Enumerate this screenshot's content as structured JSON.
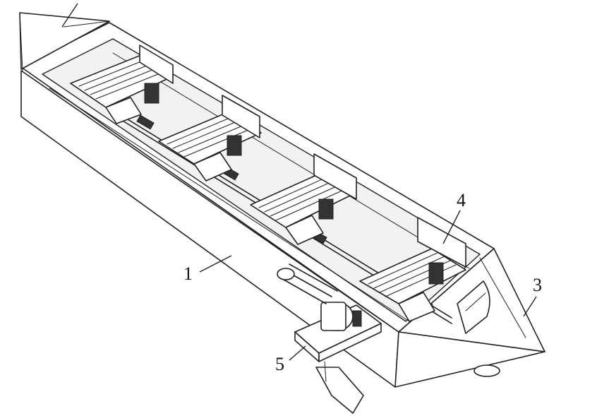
{
  "figure": {
    "callouts": [
      {
        "id": "label-1",
        "text": "1"
      },
      {
        "id": "label-3",
        "text": "3"
      },
      {
        "id": "label-4",
        "text": "4"
      },
      {
        "id": "label-5",
        "text": "5"
      }
    ]
  },
  "colors": {
    "line": "#222222",
    "background": "#ffffff"
  }
}
